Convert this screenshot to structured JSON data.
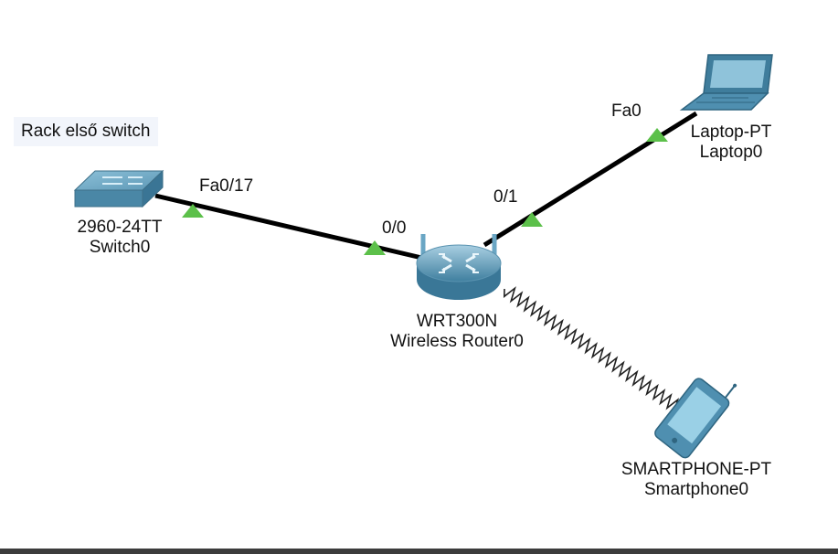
{
  "note": {
    "text": "Rack első switch"
  },
  "devices": {
    "switch": {
      "model": "2960-24TT",
      "name": "Switch0"
    },
    "router": {
      "model": "WRT300N",
      "name": "Wireless Router0"
    },
    "laptop": {
      "model": "Laptop-PT",
      "name": "Laptop0"
    },
    "smartphone": {
      "model": "SMARTPHONE-PT",
      "name": "Smartphone0"
    }
  },
  "ports": {
    "switch_port": "Fa0/17",
    "router_port_switch": "0/0",
    "router_port_laptop": "0/1",
    "laptop_port": "Fa0"
  },
  "links": [
    {
      "from": "switch",
      "to": "router",
      "type": "copper",
      "status": "up"
    },
    {
      "from": "router",
      "to": "laptop",
      "type": "copper",
      "status": "up"
    },
    {
      "from": "router",
      "to": "smartphone",
      "type": "wireless"
    }
  ],
  "colors": {
    "link": "#000000",
    "status_up": "#5cc04a",
    "device_blue": "#4f8fb0"
  },
  "icons": {
    "switch": "switch-icon",
    "router": "wireless-router-icon",
    "laptop": "laptop-icon",
    "smartphone": "smartphone-icon"
  }
}
